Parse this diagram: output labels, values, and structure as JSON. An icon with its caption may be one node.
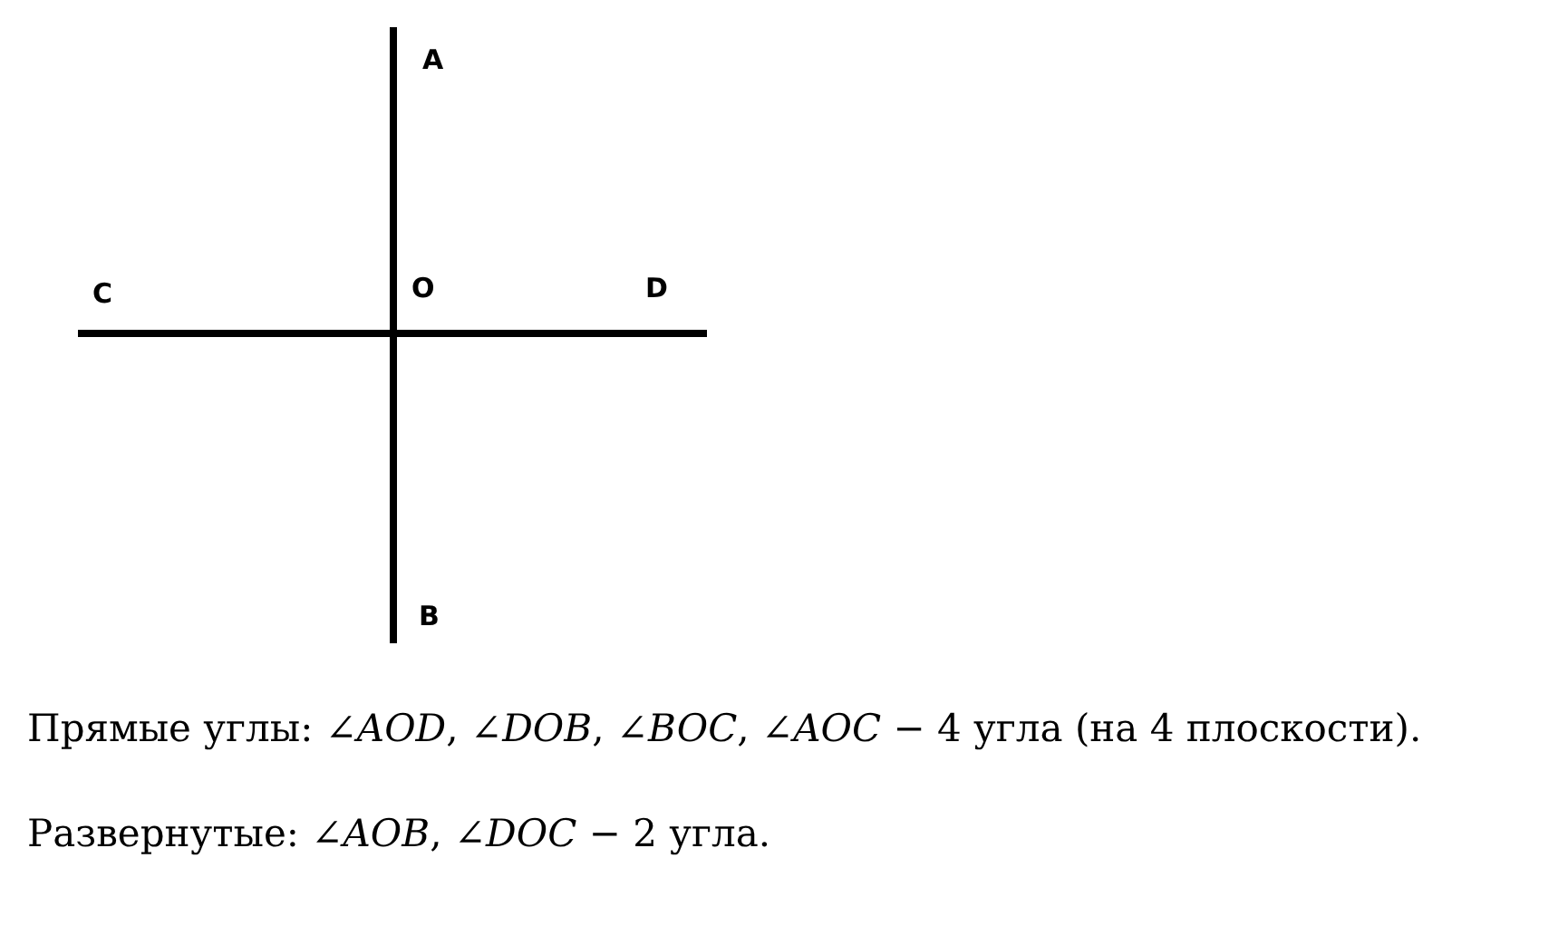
{
  "diagram": {
    "labels": [
      "A",
      "C",
      "O",
      "D",
      "B",
      "Прямые углы: ∠*AOD*, ∠*DOB*, ∠*BOC*, ∠*AOC* − 4 угла (на 4 плоскости).",
      "Развернутые: ∠*AOB*, ∠*DOC* − 2 угла."
    ]
  }
}
